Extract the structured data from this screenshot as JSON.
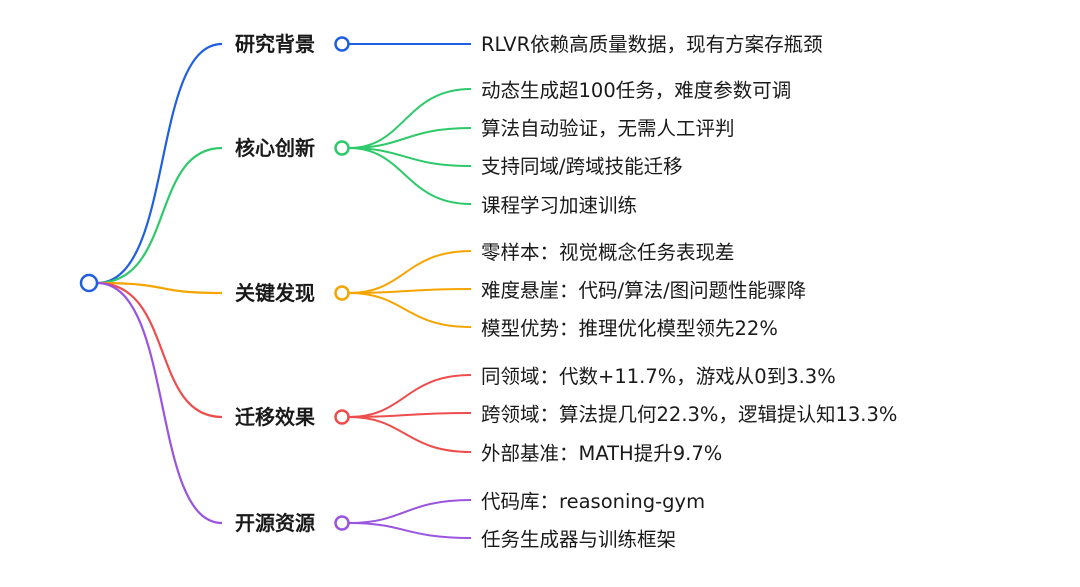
{
  "branches": [
    {
      "key": "background",
      "title": "研究背景",
      "color": "#1f5fe0",
      "leaves": [
        "RLVR依赖高质量数据，现有方案存瓶颈"
      ]
    },
    {
      "key": "innovation",
      "title": "核心创新",
      "color": "#2ec96a",
      "leaves": [
        "动态生成超100任务，难度参数可调",
        "算法自动验证，无需人工评判",
        "支持同域/跨域技能迁移",
        "课程学习加速训练"
      ]
    },
    {
      "key": "findings",
      "title": "关键发现",
      "color": "#f5a400",
      "leaves": [
        "零样本：视觉概念任务表现差",
        "难度悬崖：代码/算法/图问题性能骤降",
        "模型优势：推理优化模型领先22%"
      ]
    },
    {
      "key": "transfer",
      "title": "迁移效果",
      "color": "#ee4d4d",
      "leaves": [
        "同领域：代数+11.7%，游戏从0到3.3%",
        "跨领域：算法提几何22.3%，逻辑提认知13.3%",
        "外部基准：MATH提升9.7%"
      ]
    },
    {
      "key": "opensource",
      "title": "开源资源",
      "color": "#9a55e0",
      "leaves": [
        "代码库：reasoning-gym",
        "任务生成器与训练框架"
      ]
    }
  ]
}
